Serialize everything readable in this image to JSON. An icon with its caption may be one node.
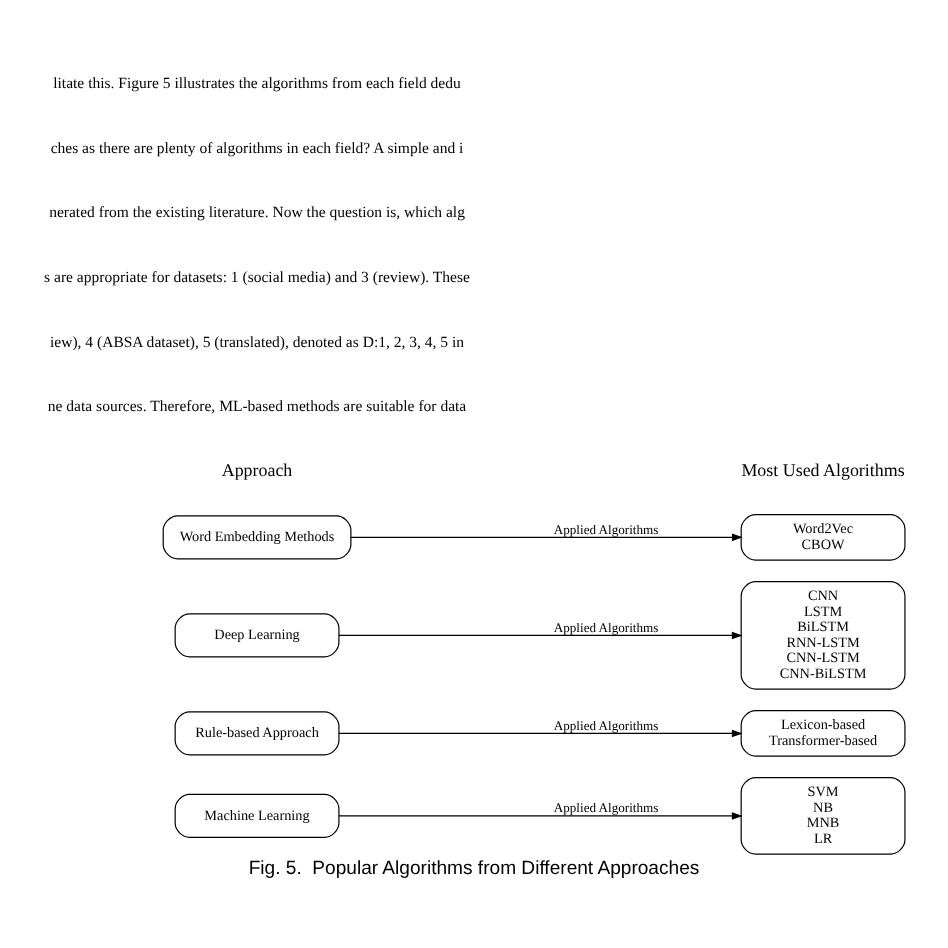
{
  "diagram": {
    "caption": "Fig. 5.  Popular Algorithms from Different Approaches",
    "nodes": [
      {
        "text": [
          "Machine Learning"
        ]
      },
      {
        "text": [
          "SVM",
          "NB",
          "MNB",
          "LR"
        ]
      },
      {
        "text": [
          "Rule-based Approach"
        ]
      },
      {
        "text": [
          "Lexicon-based",
          "Transformer-based"
        ]
      },
      {
        "text": [
          "Deep Learning"
        ]
      },
      {
        "text": [
          "CNN",
          "LSTM",
          "BiLSTM",
          "RNN-LSTM",
          "CNN-LSTM",
          "CNN-BiLSTM"
        ]
      },
      {
        "text": [
          "Word Embedding Methods"
        ]
      },
      {
        "text": [
          "Word2Vec",
          "CBOW"
        ]
      }
    ],
    "edges": [
      {
        "from": 0,
        "to": 1,
        "arrow": "to",
        "label": "Applied Algorithms"
      },
      {
        "from": 2,
        "to": 3,
        "arrow": "to",
        "label": "Applied Algorithms"
      },
      {
        "from": 4,
        "to": 5,
        "arrow": "to",
        "label": "Applied Algorithms"
      },
      {
        "from": 6,
        "to": 7,
        "arrow": "to",
        "label": "Applied Algorithms"
      }
    ],
    "labels": [
      "Approach",
      "Most Used Algorithms",
      "ne data sources. Therefore, ML-based methods are suitable for data",
      "iew), 4 (ABSA dataset), 5 (translated), denoted as D:1, 2, 3, 4, 5 in",
      "s are appropriate for datasets: 1 (social media) and 3 (review). These",
      "nerated from the existing literature. Now the question is, which alg",
      "ches as there are plenty of algorithms in each field? A simple and i",
      "litate this. Figure 5 illustrates the algorithms from each field dedu"
    ]
  }
}
